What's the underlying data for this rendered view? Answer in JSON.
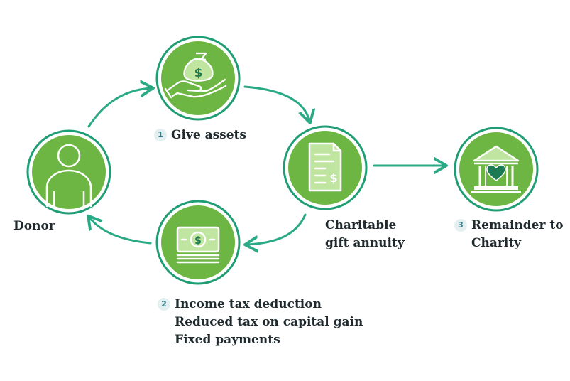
{
  "colors": {
    "circle_fill": "#6db644",
    "circle_ring": "#1f9d75",
    "arrow": "#2aa985",
    "icon_line": "#ffffff",
    "text": "#1f2a2e"
  },
  "nodes": {
    "donor": {
      "label": "Donor",
      "icon": "person-icon"
    },
    "give": {
      "step": "1",
      "label": "Give assets",
      "icon": "hand-money-bag-icon"
    },
    "annuity": {
      "label_line1": "Charitable",
      "label_line2": "gift annuity",
      "icon": "document-dollar-icon"
    },
    "payments": {
      "step": "2",
      "line1": "Income tax deduction",
      "line2": "Reduced tax on capital gain",
      "line3": "Fixed payments",
      "icon": "cash-stack-icon"
    },
    "charity": {
      "step": "3",
      "label_line1": "Remainder to",
      "label_line2": "Charity",
      "icon": "bank-heart-icon"
    }
  }
}
